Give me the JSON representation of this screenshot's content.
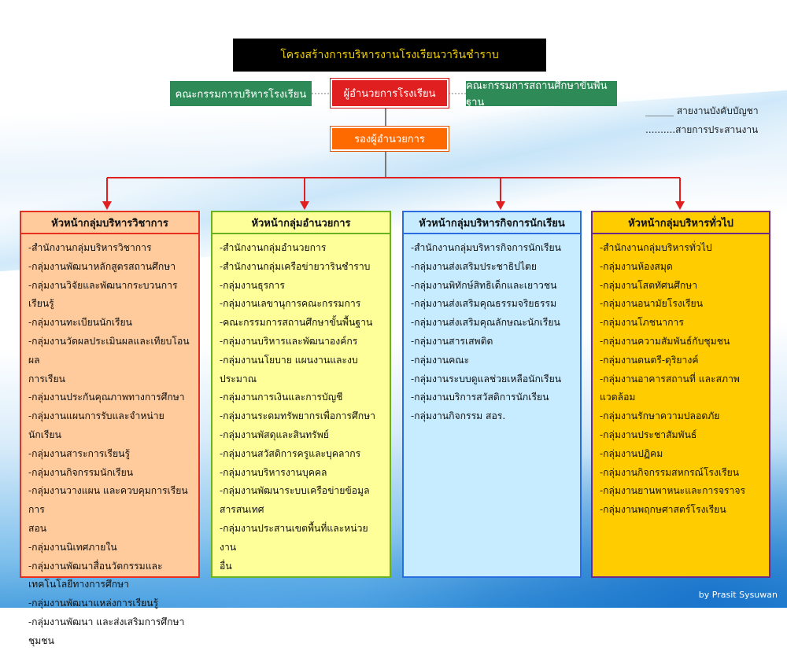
{
  "title": "โครงสร้างการบริหารงานโรงเรียนวารินชำราบ",
  "committee": "คณะกรรมการบริหารโรงเรียน",
  "director": "ผู้อำนวยการโรงเรียน",
  "basic_board": "คณะกรรมการสถานศึกษาขั้นพื้นฐาน",
  "deputy": "รองผู้อำนวยการ",
  "legend": {
    "command_line": "______ สายงานบังคับบัญชา",
    "coordination_line": "..........สายการประสานงาน"
  },
  "colors": {
    "connector": "#e02020",
    "academic": "#ffcb9c",
    "director_group": "#ffff99",
    "student_affairs": "#c7ecff",
    "general": "#ffcc00"
  },
  "columns": [
    {
      "head": "หัวหน้ากลุ่มบริหารวิชาการ",
      "items": [
        "-สำนักงานกลุ่มบริหารวิชาการ",
        "-กลุ่มงานพัฒนาหลักสูตรสถานศึกษา",
        "-กลุ่มงานวิจัยและพัฒนากระบวนการเรียนรู้",
        "-กลุ่มงานทะเบียนนักเรียน",
        "-กลุ่มงานวัดผลประเมินผลและเทียบโอนผล",
        "การเรียน",
        "-กลุ่มงานประกันคุณภาพทางการศึกษา",
        "-กลุ่มงานแผนการรับและจำหน่ายนักเรียน",
        "-กลุ่มงานสาระการเรียนรู้",
        "-กลุ่มงานกิจกรรมนักเรียน",
        "-กลุ่มงานวางแผน และควบคุมการเรียนการ",
        "สอน",
        "-กลุ่มงานนิเทศภายใน",
        "-กลุ่มงานพัฒนาสื่อนวัตกรรมและ",
        "เทคโนโลยีทางการศึกษา",
        "-กลุ่มงานพัฒนาแหล่งการเรียนรู้",
        "-กลุ่มงานพัฒนา และส่งเสริมการศึกษา",
        "ชุมชน"
      ]
    },
    {
      "head": "หัวหน้ากลุ่มอำนวยการ",
      "items": [
        "-สำนักงานกลุ่มอำนวยการ",
        "-สำนักงานกลุ่มเครือข่ายวารินชำราบ",
        "-กลุ่มงานธุรการ",
        "-กลุ่มงานเลขานุการคณะกรรมการ",
        "-คณะกรรมการสถานศึกษาขั้นพื้นฐาน",
        "-กลุ่มงานบริหารและพัฒนาองค์กร",
        "-กลุ่มงานนโยบาย แผนงานและงบประมาณ",
        "-กลุ่มงานการเงินและการบัญชี",
        "-กลุ่มงานระดมทรัพยากรเพื่อการศึกษา",
        "-กลุ่มงานพัสดุและสินทรัพย์",
        "-กลุ่มงานสวัสดิการครูและบุคลากร",
        "-กลุ่มงานบริหารงานบุคคล",
        "-กลุ่มงานพัฒนาระบบเครือข่ายข้อมูล",
        "สารสนเทศ",
        "-กลุ่มงานประสานเขตพื้นที่และหน่วยงาน",
        "อื่น"
      ]
    },
    {
      "head": "หัวหน้ากลุ่มบริหารกิจการนักเรียน",
      "items": [
        "-สำนักงานกลุ่มบริหารกิจการนักเรียน",
        "-กลุ่มงานส่งเสริมประชาธิปไตย",
        "-กลุ่มงานพิทักษ์สิทธิเด็กและเยาวชน",
        "-กลุ่มงานส่งเสริมคุณธรรมจริยธรรม",
        "-กลุ่มงานส่งเสริมคุณลักษณะนักเรียน",
        "-กลุ่มงานสารเสพติด",
        "-กลุ่มงานคณะ",
        "-กลุ่มงานระบบดูแลช่วยเหลือนักเรียน",
        "-กลุ่มงานบริการสวัสดิการนักเรียน",
        "-กลุ่มงานกิจกรรม สอร."
      ]
    },
    {
      "head": "หัวหน้ากลุ่มบริหารทั่วไป",
      "items": [
        "-สำนักงานกลุ่มบริหารทั่วไป",
        "-กลุ่มงานห้องสมุด",
        "-กลุ่มงานโสตทัศนศึกษา",
        "-กลุ่มงานอนามัยโรงเรียน",
        "-กลุ่มงานโภชนาการ",
        "-กลุ่มงานความสัมพันธ์กับชุมชน",
        "-กลุ่มงานดนตรี-ดุริยางค์",
        "-กลุ่มงานอาคารสถานที่ และสภาพแวดล้อม",
        "-กลุ่มงานรักษาความปลอดภัย",
        "-กลุ่มงานประชาสัมพันธ์",
        "-กลุ่มงานปฏิคม",
        "-กลุ่มงานกิจกรรมสหกรณ์โรงเรียน",
        "-กลุ่มงานยานพาหนะและการจราจร",
        "-กลุ่มงานพฤกษศาสตร์โรงเรียน"
      ]
    }
  ],
  "credit": "by  Prasit Sysuwan"
}
